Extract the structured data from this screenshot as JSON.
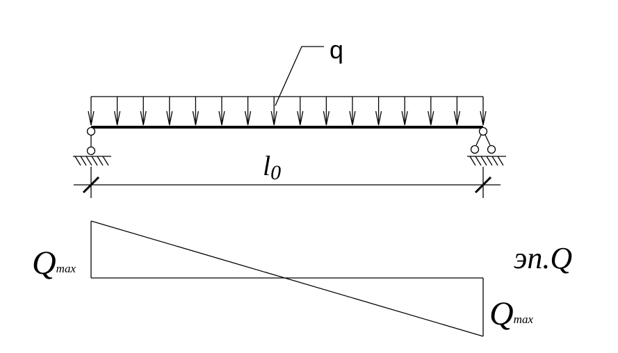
{
  "load_label": "q",
  "span_label": {
    "main": "l",
    "sub": "0"
  },
  "diagram_label": "эп.Q",
  "shear_left": {
    "main": "Q",
    "sub": "max"
  },
  "shear_right": {
    "main": "Q",
    "sub": "max"
  },
  "load_arrow_count": 16
}
